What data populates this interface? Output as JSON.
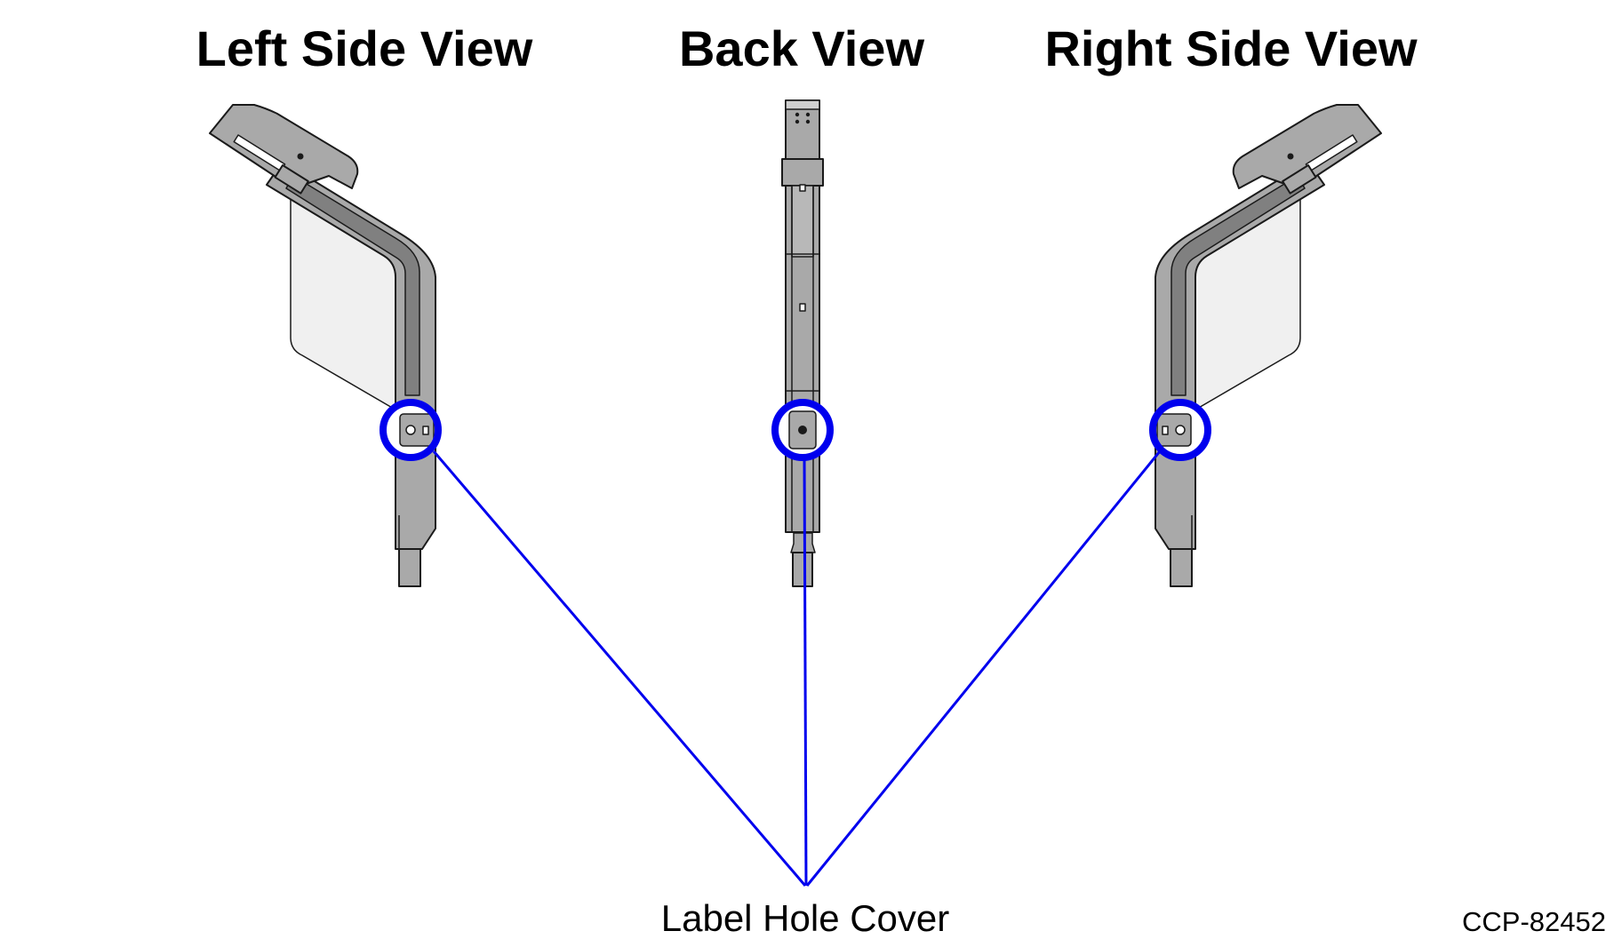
{
  "views": {
    "left": {
      "title": "Left Side View"
    },
    "back": {
      "title": "Back View"
    },
    "right": {
      "title": "Right Side View"
    }
  },
  "callout": {
    "label": "Label Hole Cover"
  },
  "figure": {
    "id": "CCP-82452"
  },
  "colors": {
    "callout": "#0000ee",
    "body_fill": "#a9a9a9",
    "panel_fill": "#f0f0f0",
    "outline": "#1a1a1a"
  }
}
